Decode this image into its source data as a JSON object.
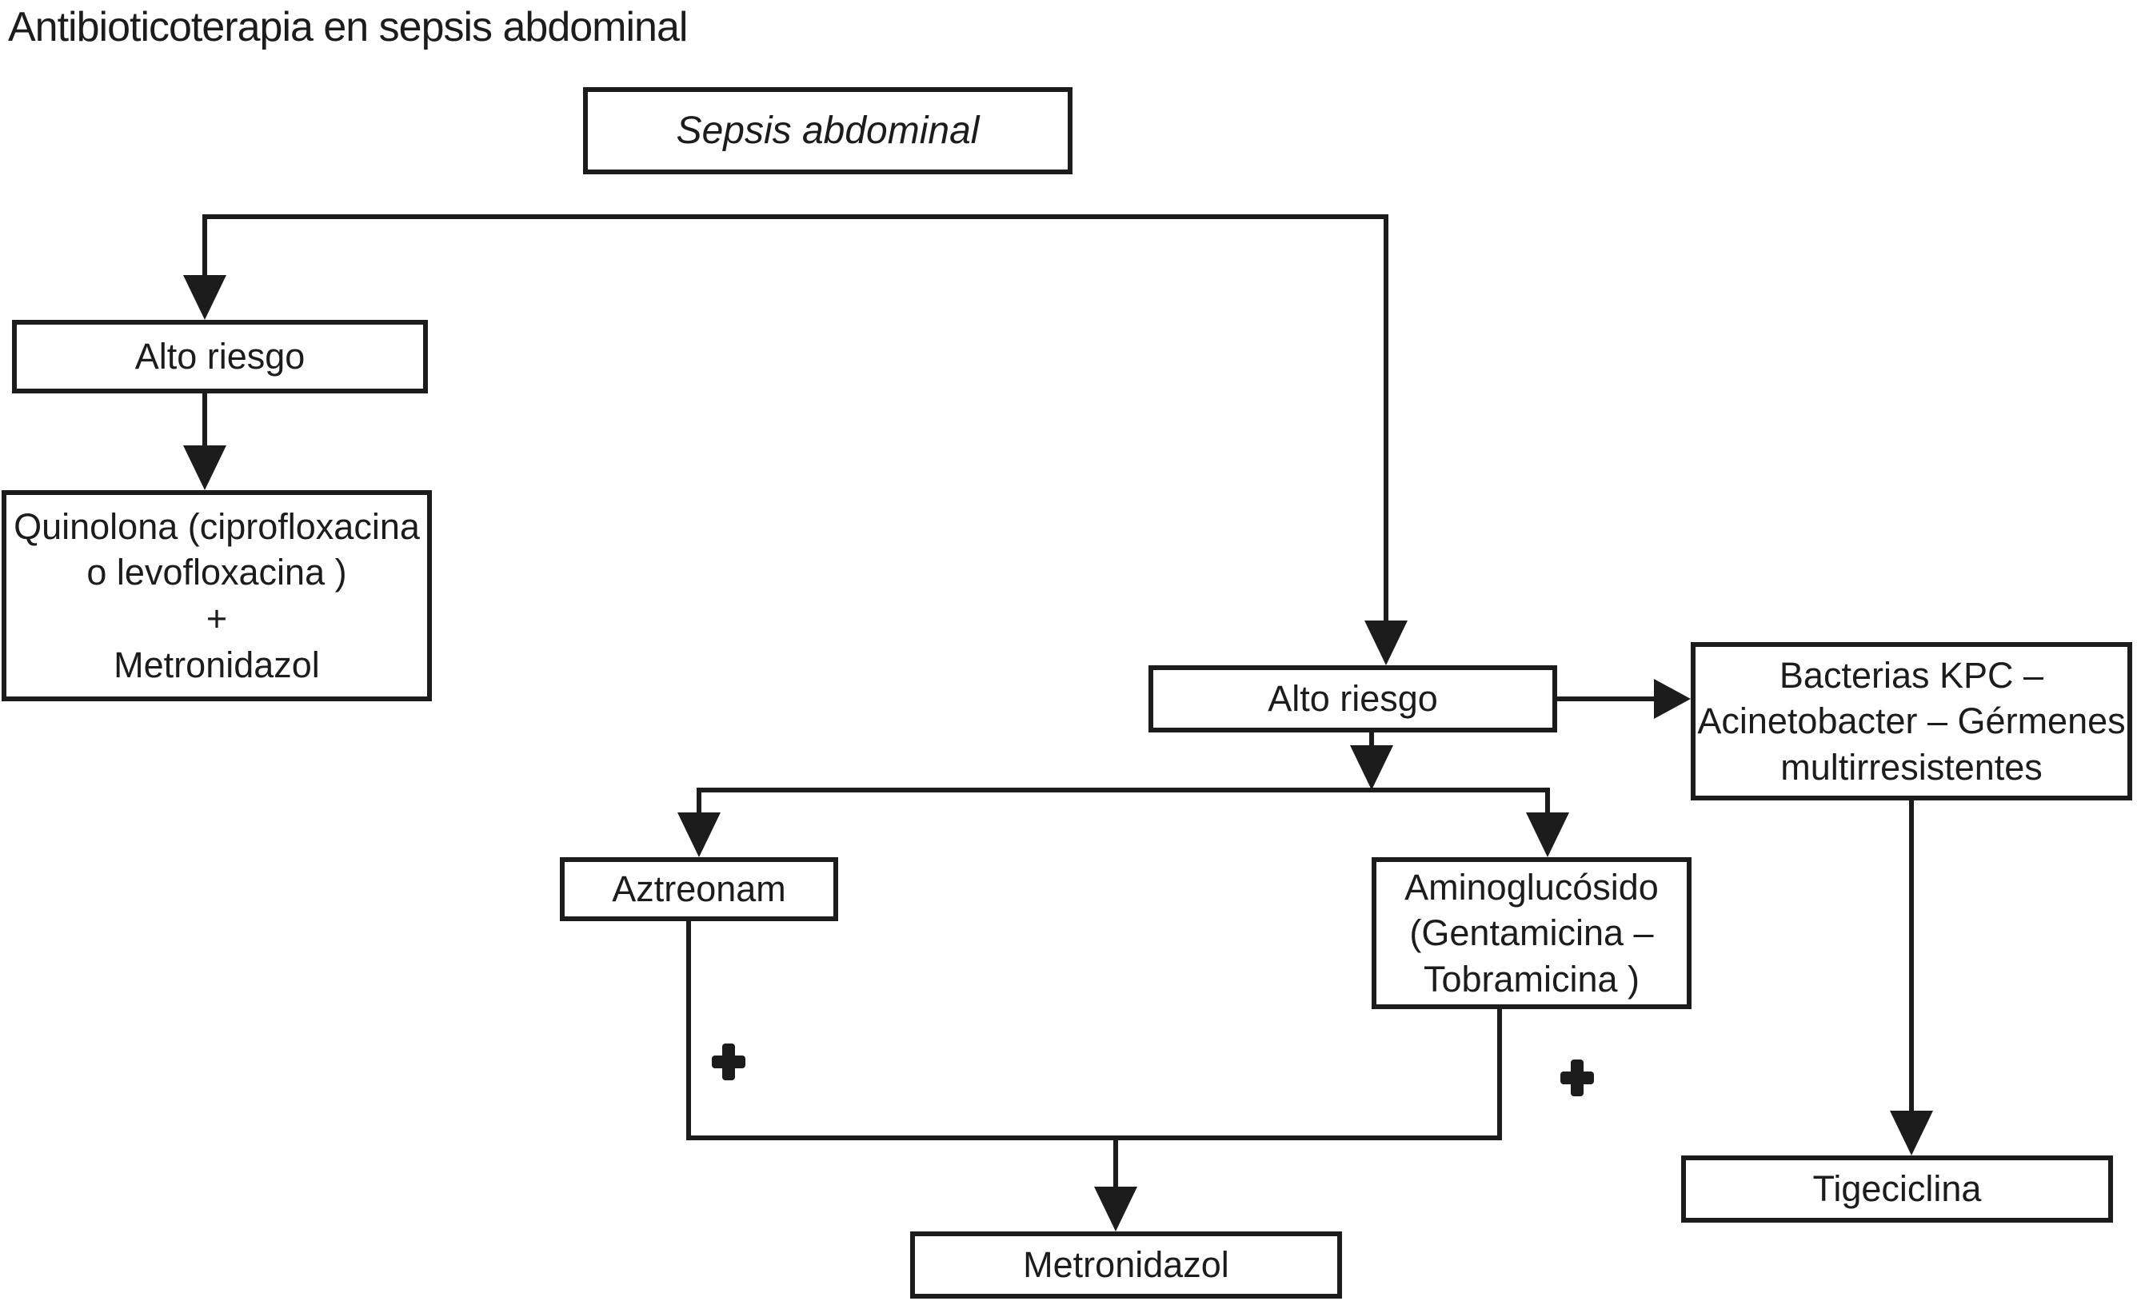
{
  "title": "Antibioticoterapia en sepsis abdominal",
  "colors": {
    "ink": "#1c1c1c",
    "background": "#ffffff"
  },
  "nodes": {
    "sepsis": {
      "label": "Sepsis abdominal"
    },
    "alto_riesgo_left": {
      "label": "Alto riesgo"
    },
    "quinolona": {
      "lines": [
        "Quinolona (ciprofloxacina",
        "o levofloxacina )",
        "+",
        "Metronidazol"
      ]
    },
    "alto_riesgo_right": {
      "label": "Alto riesgo"
    },
    "bacterias_kpc": {
      "lines": [
        "Bacterias KPC –",
        "Acinetobacter – Gérmenes",
        "multirresistentes"
      ]
    },
    "aztreonam": {
      "label": "Aztreonam"
    },
    "aminoglucosido": {
      "lines": [
        "Aminoglucósido",
        "(Gentamicina –",
        "Tobramicina )"
      ]
    },
    "metronidazol": {
      "label": "Metronidazol"
    },
    "tigeciclina": {
      "label": "Tigeciclina"
    }
  },
  "operators": {
    "plus_left": "+",
    "plus_right": "+"
  }
}
